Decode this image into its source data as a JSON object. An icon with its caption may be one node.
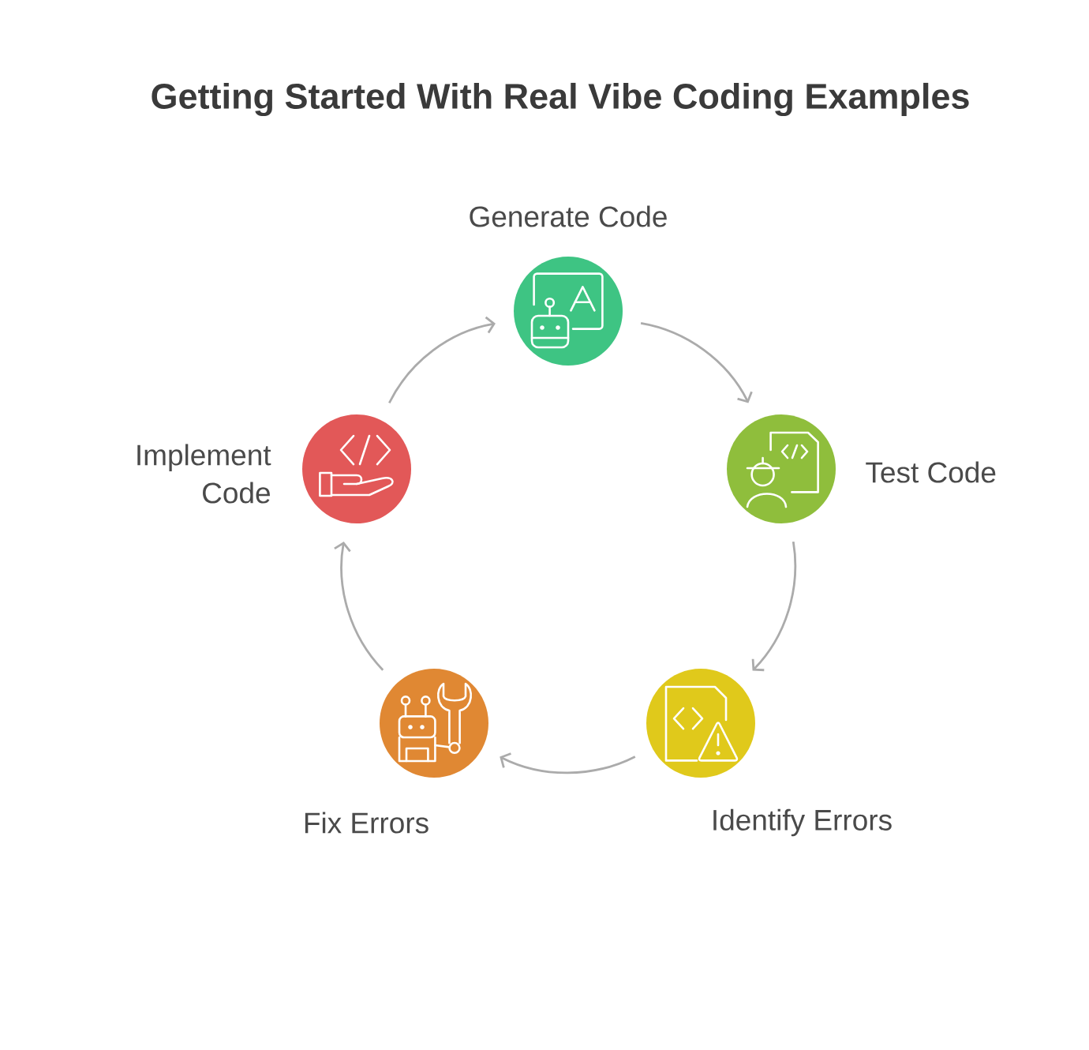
{
  "diagram": {
    "title": "Getting Started With Real Vibe Coding Examples",
    "nodes": [
      {
        "text": [
          "Generate Code"
        ]
      },
      {
        "text": [
          "Test Code"
        ]
      },
      {
        "text": [
          "Identify Errors"
        ]
      },
      {
        "text": [
          "Fix Errors"
        ]
      },
      {
        "text": [
          "Implement Code"
        ]
      }
    ],
    "edges": [
      {
        "from": 0,
        "to": 1,
        "arrow": "to"
      },
      {
        "from": 1,
        "to": 2,
        "arrow": "to"
      },
      {
        "from": 2,
        "to": 3,
        "arrow": "to"
      },
      {
        "from": 3,
        "to": 4,
        "arrow": "to"
      },
      {
        "from": 4,
        "to": 0,
        "arrow": "to"
      }
    ]
  }
}
